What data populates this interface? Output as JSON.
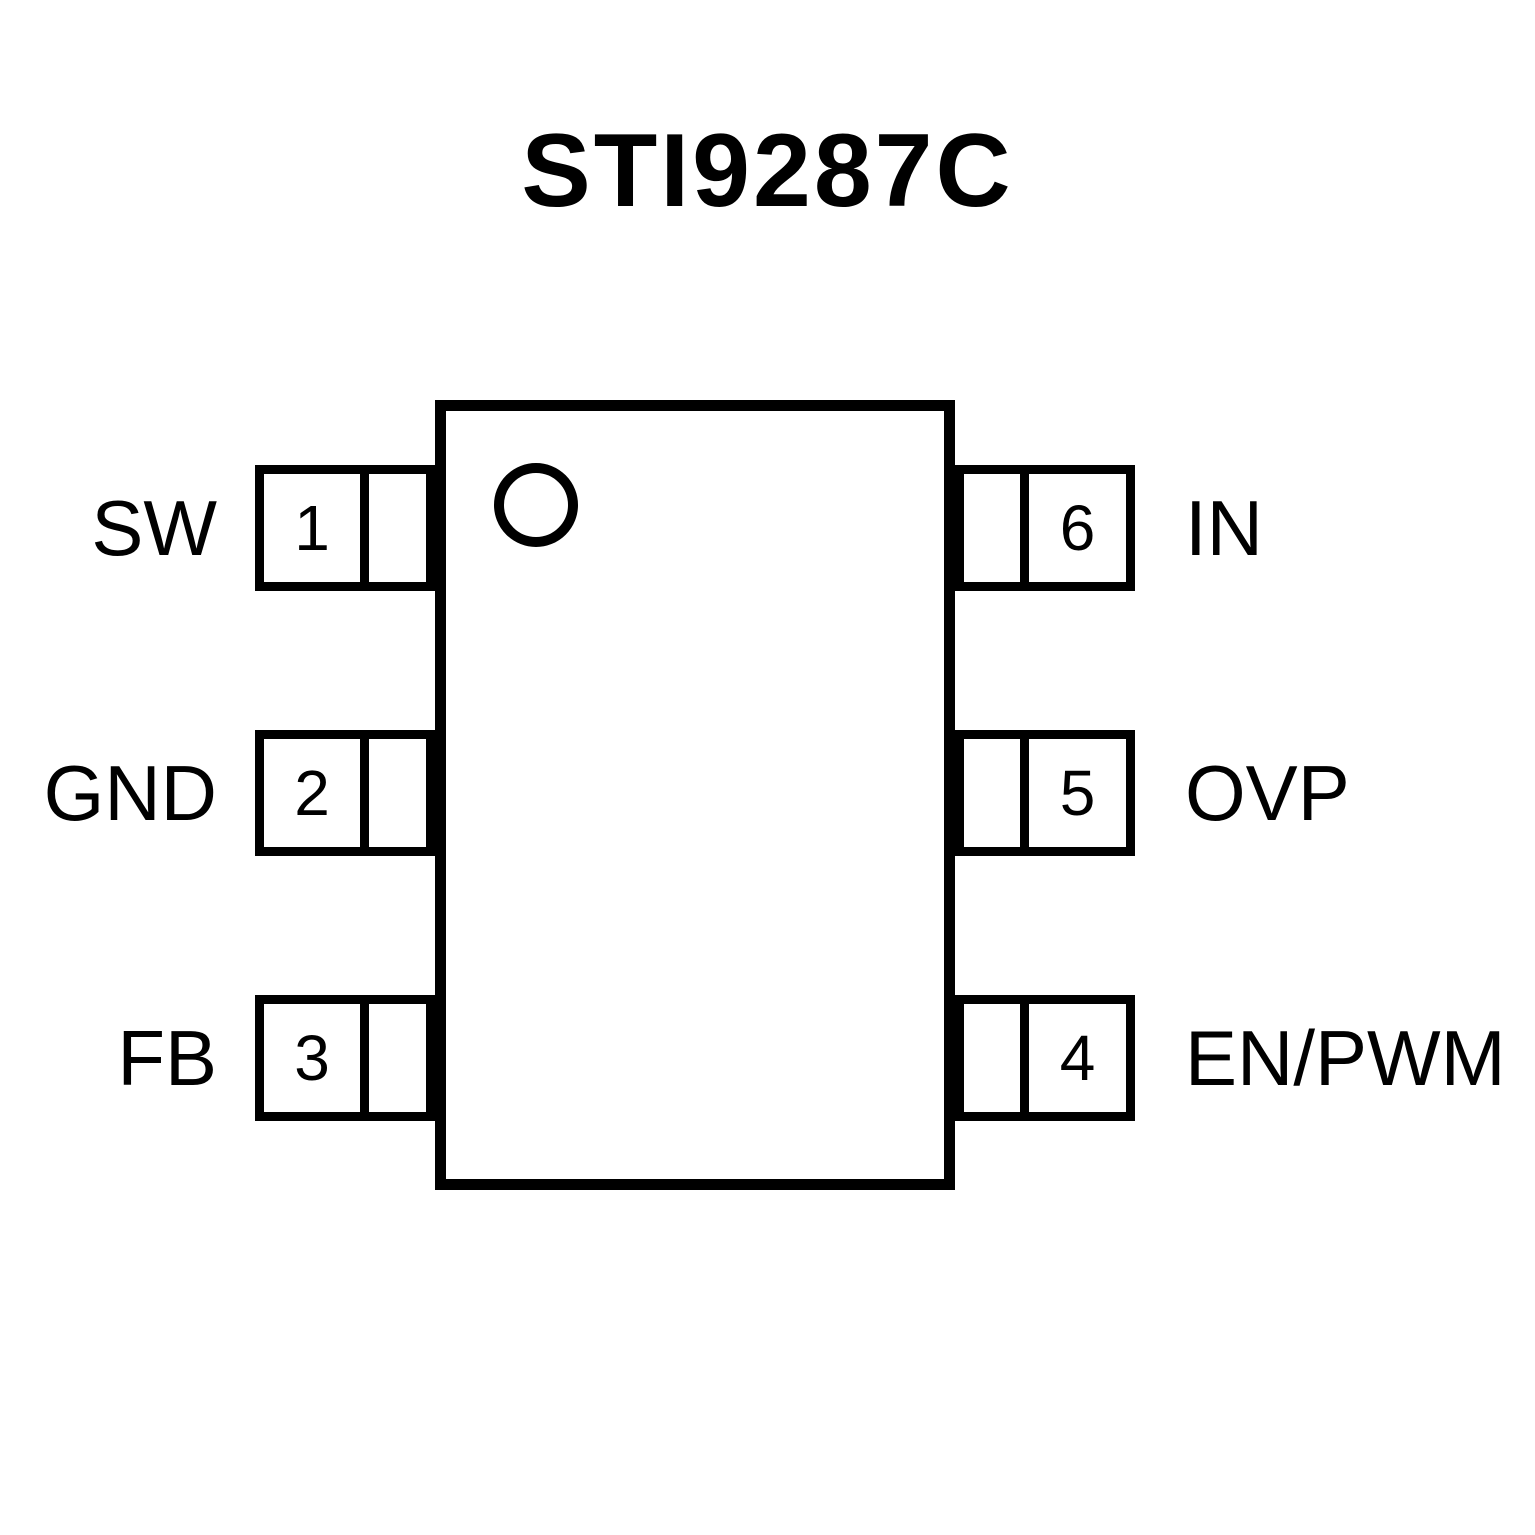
{
  "title": "STI9287C",
  "diagram": {
    "type": "ic-pinout",
    "package_style": "6-pin dual-side",
    "colors": {
      "line": "#000000",
      "background": "#ffffff"
    },
    "pin1_indicator_icon": "pin1-marker-circle"
  },
  "pins": {
    "left": [
      {
        "number": "1",
        "label": "SW"
      },
      {
        "number": "2",
        "label": "GND"
      },
      {
        "number": "3",
        "label": "FB"
      }
    ],
    "right": [
      {
        "number": "6",
        "label": "IN"
      },
      {
        "number": "5",
        "label": "OVP"
      },
      {
        "number": "4",
        "label": "EN/PWM"
      }
    ]
  }
}
